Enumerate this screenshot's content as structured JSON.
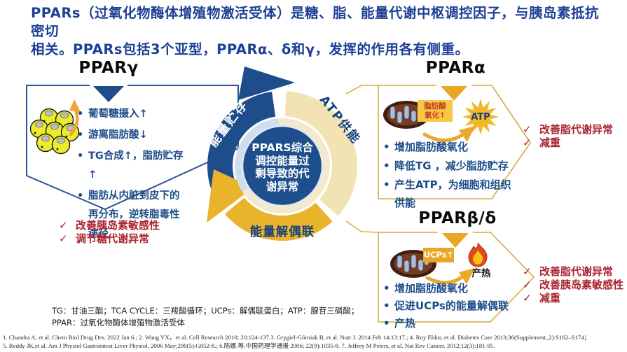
{
  "title": {
    "line1": "PPARs（过氧化物酶体增殖物激活受体）是糖、脂、能量代谢中枢调控因子，与胰岛素抵抗密切",
    "line2": "相关。PPARs包括3个亚型，PPARα、δ和γ，发挥的作用各有侧重。"
  },
  "glyphs": {
    "check": "✓",
    "bullet": "•"
  },
  "cycle": {
    "segments": {
      "energy_storage": "能量贮存",
      "atp_supply": "ATP供能",
      "uncoupling": "能量解偶联"
    },
    "center": {
      "line1": "PPARS综合",
      "line2": "调控能量过",
      "line3": "剩导致的代",
      "line4": "谢异常"
    }
  },
  "ppar_gamma": {
    "heading": "PPARγ",
    "icon": "adipocyte-cluster-icon",
    "bullets": [
      "葡萄糖摄入↑",
      "游离脂肪酸↓",
      "TG合成↑，脂肪贮存↑",
      "脂肪从内脏到皮下的再分布，逆转脂毒性途径"
    ],
    "outcomes": [
      "改善胰岛素敏感性",
      "调节糖代谢异常"
    ]
  },
  "ppar_alpha": {
    "heading": "PPARα",
    "icon": "mitochondria-icon",
    "mito_label_line1": "脂肪酸",
    "mito_label_line2": "氧化↑",
    "atp_label": "ATP",
    "bullets": [
      "增加脂肪酸氧化",
      "降低TG ，减少脂肪贮存",
      "产生ATP，为细胞和组织供能"
    ],
    "outcomes": [
      "改善脂代谢异常",
      "减重"
    ]
  },
  "ppar_beta_delta": {
    "heading": "PPARβ/δ",
    "icon": "mitochondria-icon",
    "mito_label": "UCPs↑",
    "heat_label": "产热",
    "bullets": [
      "增加脂肪酸氧化",
      "促进UCPs的能量解偶联",
      "产热"
    ],
    "outcomes": [
      "改善脂代谢异常",
      "改善胰岛素敏感性",
      "减重"
    ]
  },
  "legend": {
    "line1": "TG：甘油三酯；TCA CYCLE：三羧酸循环；UCPs：解偶联蛋白；ATP：腺苷三磷酸；",
    "line2": "PPAR：过氧化物酶体增殖物激活受体"
  },
  "references": {
    "line1": "1. Chandra A, et al. Chem Biol Drug Des. 2022 Jan 6.; 2. Wang YX，et al. Cell Research 2010; 20:124-137.3. Grygiel-Górniak B, et al. Nutr J. 2014 Feb 14;13:17.; 4. Roy Eldor, et al. Diabetes Care 2013;36(Supplement_2):S162–S174；",
    "line2": "5. Reddy JK,et al. Am J Physiol Gastrointest Liver Physiol. 2006 May;290(5):G852-8.; 6.陈娜,等.中国药理学通报 2006; 22(9):1035-8. 7. Jeffrey M Peters, et al. Nat Rev Cancer. 2012;12(3):181-95."
  },
  "colors": {
    "title_blue": "#1e3f96",
    "navy": "#1d4d8a",
    "gold": "#e9b32c",
    "pale_segment": "#f2e9cf",
    "light_blue": "#cfdeee",
    "outcome_red": "#ab2430",
    "mito_label_bg": "#f7c643",
    "ucps_bg": "#eaa727"
  }
}
